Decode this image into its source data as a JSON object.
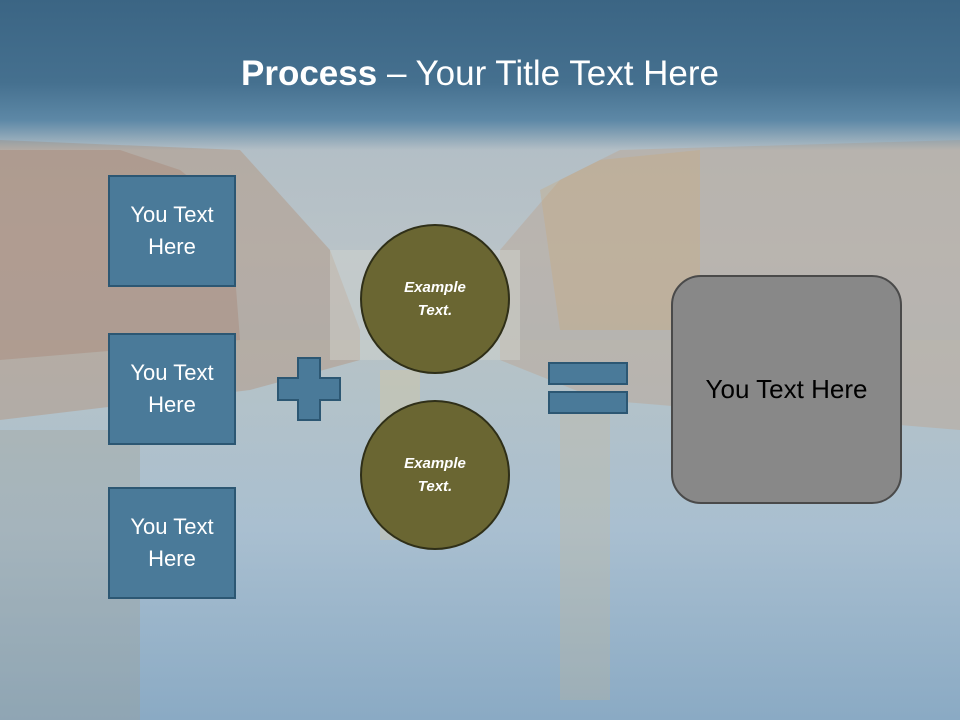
{
  "title": {
    "bold": "Process",
    "rest": " – Your Title Text Here"
  },
  "input_boxes": [
    {
      "label": "You Text Here"
    },
    {
      "label": "You Text Here"
    },
    {
      "label": "You Text Here"
    }
  ],
  "circles": [
    {
      "label": "Example Text."
    },
    {
      "label": "Example Text."
    }
  ],
  "result": {
    "label": "You Text Here"
  },
  "colors": {
    "header": "#3b6584",
    "box_fill": "#4a7a99",
    "box_border": "#2c5773",
    "circle_fill": "#6a6632",
    "result_fill": "#888888",
    "operator_fill": "#4a7a99"
  }
}
